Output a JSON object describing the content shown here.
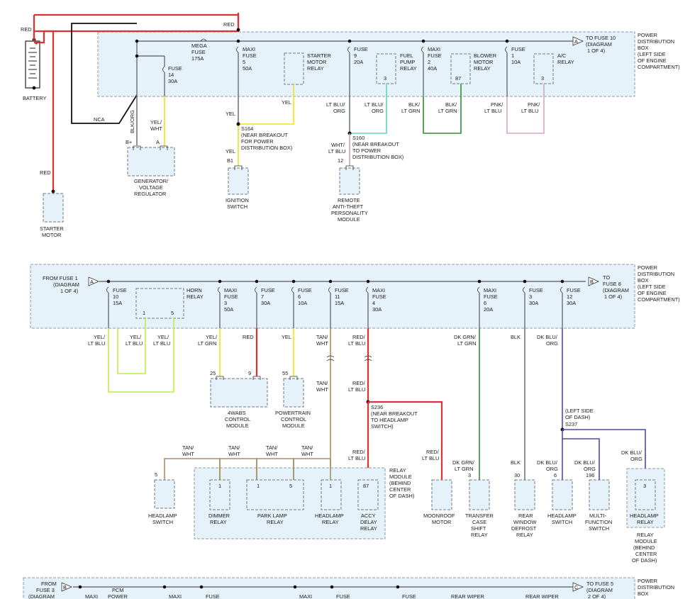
{
  "battery": {
    "label": "BATTERY",
    "wire": "RED"
  },
  "pdb": {
    "label": [
      "POWER",
      "DISTRIBUTION",
      "BOX",
      "(LEFT SIDE",
      "OF ENGINE",
      "COMPARTMENT)"
    ]
  },
  "connectors": {
    "a": "A",
    "b": "B",
    "c": "C"
  },
  "top": {
    "wire_red": "RED",
    "nca": "NCA",
    "to_fuse": [
      "TO FUSE 10",
      "(DIAGRAM",
      "1 OF 4)"
    ],
    "mega": [
      "MEGA",
      "FUSE",
      "175A"
    ],
    "fuse14": [
      "FUSE",
      "14",
      "30A"
    ],
    "maxi5": [
      "MAXI",
      "FUSE",
      "5",
      "50A"
    ],
    "starter_relay": [
      "STARTER",
      "MOTOR",
      "RELAY"
    ],
    "fuse9": [
      "FUSE",
      "9",
      "20A"
    ],
    "fuel_relay": [
      "FUEL",
      "PUMP",
      "RELAY"
    ],
    "fuel_pin": "3",
    "maxi2": [
      "MAXI",
      "FUSE",
      "2",
      "40A"
    ],
    "blower_relay": [
      "BLOWER",
      "MOTOR",
      "RELAY"
    ],
    "blower_pin": "87",
    "fuse1": [
      "FUSE",
      "1",
      "10A"
    ],
    "ac_relay": [
      "A/C",
      "RELAY"
    ],
    "ac_pin": "3",
    "w_blkorg": "BLK/ORG",
    "w_yelwht": [
      "YEL/",
      "WHT"
    ],
    "w_yel1": "YEL",
    "w_yel2": "YEL",
    "w_yel3": "YEL",
    "w_ltbluorg1": [
      "LT BLU/",
      "ORG"
    ],
    "w_ltbluorg2": [
      "LT BLU/",
      "ORG"
    ],
    "w_blkltgrn1": [
      "BLK/",
      "LT GRN"
    ],
    "w_blkltgrn2": [
      "BLK/",
      "LT GRN"
    ],
    "w_pnkltblu1": [
      "PNK/",
      "LT BLU"
    ],
    "w_pnkltblu2": [
      "PNK/",
      "LT BLU"
    ],
    "w_whtltblu": [
      "WHT/",
      "LT BLU"
    ],
    "s164": [
      "S164",
      "(NEAR BREAKOUT",
      "FOR POWER",
      "DISTRIBUTION BOX)"
    ],
    "s160": [
      "S160",
      "(NEAR BREAKOUT",
      "TO POWER",
      "DISTRIBUTION BOX)"
    ],
    "gen_pins": [
      "B+",
      "A"
    ],
    "gen": [
      "GENERATOR/",
      "VOLTAGE",
      "REGULATOR"
    ],
    "ign_pin": "B1",
    "ign": [
      "IGNITION",
      "SWITCH"
    ],
    "anti_pin": "12",
    "anti": [
      "REMOTE",
      "ANTI-THEFT",
      "PERSONALITY",
      "MODULE"
    ],
    "starter_wire": "RED",
    "starter": [
      "STARTER",
      "MOTOR"
    ]
  },
  "middle": {
    "from_fuse": [
      "FROM FUSE 1",
      "(DIAGRAM",
      "1 OF 4)"
    ],
    "to_fuse": [
      "TO",
      "FUSE 8",
      "(DIAGRAM",
      "1 OF 4)"
    ],
    "fuse10": [
      "FUSE",
      "10",
      "15A"
    ],
    "horn": [
      "HORN",
      "RELAY"
    ],
    "horn_pins": [
      "1",
      "5"
    ],
    "maxi3": [
      "MAXI",
      "FUSE",
      "3",
      "50A"
    ],
    "fuse7": [
      "FUSE",
      "7",
      "30A"
    ],
    "fuse6": [
      "FUSE",
      "6",
      "10A"
    ],
    "fuse11": [
      "FUSE",
      "11",
      "15A"
    ],
    "maxi4": [
      "MAXI",
      "FUSE",
      "4",
      "30A"
    ],
    "maxi6": [
      "MAXI",
      "FUSE",
      "6",
      "20A"
    ],
    "fuse3": [
      "FUSE",
      "3",
      "30A"
    ],
    "fuse12": [
      "FUSE",
      "12",
      "30A"
    ],
    "w_yelltblu_a": [
      "YEL/",
      "LT BLU"
    ],
    "w_yelltblu_b": [
      "YEL/",
      "LT BLU"
    ],
    "w_yelltblu_c": [
      "YEL/",
      "LT BLU"
    ],
    "w_yelltgrn": [
      "YEL/",
      "LT GRN"
    ],
    "w_red": "RED",
    "w_yel": "YEL",
    "w_tanwht1": [
      "TAN/",
      "WHT"
    ],
    "w_tanwht2": [
      "TAN/",
      "WHT"
    ],
    "w_redltblu1": [
      "RED/",
      "LT BLU"
    ],
    "w_redltblu2": [
      "RED/",
      "LT BLU"
    ],
    "w_redltblu3": [
      "RED/",
      "LT BLU"
    ],
    "w_redltblu4": [
      "RED/",
      "LT BLU"
    ],
    "w_dkgrn1": [
      "DK GRN/",
      "LT GRN"
    ],
    "w_dkgrn2": [
      "DK GRN/",
      "LT GRN"
    ],
    "w_blk1": "BLK",
    "w_blk2": "BLK",
    "w_dkbluorg1": [
      "DK BLU/",
      "ORG"
    ],
    "w_dkbluorg2": [
      "DK BLU/",
      "ORG"
    ],
    "w_dkbluorg3": [
      "DK BLU/",
      "ORG"
    ],
    "w_dkbluorg4": [
      "DK BLU/",
      "ORG"
    ],
    "w_tanwht_r": [
      [
        "TAN/",
        "WHT"
      ],
      [
        "TAN/",
        "WHT"
      ],
      [
        "TAN/",
        "WHT"
      ],
      [
        "TAN/",
        "WHT"
      ]
    ],
    "abs_pins": [
      "25",
      "9"
    ],
    "abs": [
      "4WABS",
      "CONTROL",
      "MODULE"
    ],
    "pcm_pin": "55",
    "pcm": [
      "POWERTRAIN",
      "CONTROL",
      "MODULE"
    ],
    "s236": [
      "S236",
      "(NEAR BREAKOUT",
      "TO HEADLAMP",
      "SWITCH)"
    ],
    "left_dash": [
      "(LEFT SIDE",
      "OF DASH)"
    ],
    "s237": "S237",
    "relay_module": [
      "RELAY",
      "MODULE",
      "(BEHIND",
      "CENTER",
      "OF DASH)"
    ],
    "hl_sw_pin": "5",
    "hl_sw": [
      "HEADLAMP",
      "SWITCH"
    ],
    "dimmer_pin": "1",
    "dimmer": [
      "DIMMER",
      "RELAY"
    ],
    "park_pins": [
      "1",
      "5"
    ],
    "park": [
      "PARK LAMP",
      "RELAY"
    ],
    "hlrelay_pin": "1",
    "hlrelay": [
      "HEADLAMP",
      "RELAY"
    ],
    "accy_pin": "87",
    "accy": [
      "ACCY",
      "DELAY",
      "RELAY"
    ],
    "moonroof": [
      "MOONROOF",
      "MOTOR"
    ],
    "tcase_pin": "3",
    "tcase": [
      "TRANSFER",
      "CASE",
      "SHIFT",
      "RELAY"
    ],
    "rwd_pin": "30",
    "rwd": [
      "REAR",
      "WINDOW",
      "DEFROST",
      "RELAY"
    ],
    "hlsw2_pin": "6",
    "hlsw2": [
      "HEADLAMP",
      "SWITCH"
    ],
    "multi_pin": "196",
    "multi": [
      "MULTI-",
      "FUNCTION",
      "SWITCH"
    ],
    "hlrelay2_pin": "3",
    "hlrelay2": [
      "HEADLAMP",
      "RELAY"
    ],
    "relay_module2": [
      "RELAY",
      "MODULE",
      "(BEHIND",
      "CENTER",
      "OF DASH)"
    ]
  },
  "bottom": {
    "from_fuse": [
      "FROM",
      "FUSE 3",
      "(DIAGRAM"
    ],
    "to_fuse": [
      "TO FUSE 5",
      "(DIAGRAM",
      "2 OF 4)"
    ],
    "pdb": [
      "POWER",
      "DISTRIBUTION",
      "BOX"
    ],
    "labels": [
      "MAXI",
      "PCM",
      "POWER",
      "MAXI",
      "FUSE",
      "MAXI",
      "FUSE",
      "FUSE",
      "REAR WIPER",
      "REAR WIPER"
    ]
  }
}
